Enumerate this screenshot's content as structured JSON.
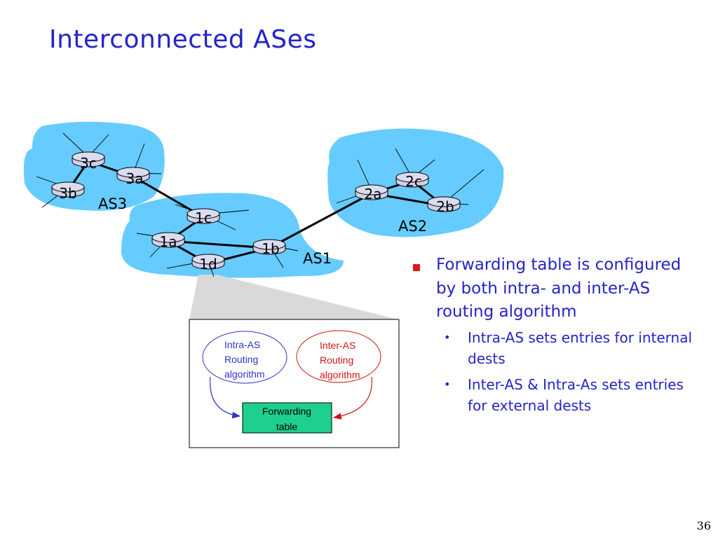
{
  "slide": {
    "title": "Interconnected ASes",
    "page_number": "36"
  },
  "network": {
    "as_labels": {
      "as1": "AS1",
      "as2": "AS2",
      "as3": "AS3"
    },
    "routers": {
      "r3a": "3a",
      "r3b": "3b",
      "r3c": "3c",
      "r1a": "1a",
      "r1b": "1b",
      "r1c": "1c",
      "r1d": "1d",
      "r2a": "2a",
      "r2b": "2b",
      "r2c": "2c"
    },
    "colors": {
      "cloud": "#66ccff",
      "forwarding_table": "#1ecf8f"
    }
  },
  "detail": {
    "intra_as": {
      "line1": "Intra-AS",
      "line2": "Routing",
      "line3": "algorithm"
    },
    "inter_as": {
      "line1": "Inter-AS",
      "line2": "Routing",
      "line3": "algorithm"
    },
    "forwarding_table": {
      "line1": "Forwarding",
      "line2": "table"
    }
  },
  "bullets": {
    "main": "Forwarding table is configured by both intra- and inter-AS routing algorithm",
    "sub": [
      "Intra-AS sets entries for internal dests",
      "Inter-AS & Intra-As sets entries for external dests"
    ]
  }
}
